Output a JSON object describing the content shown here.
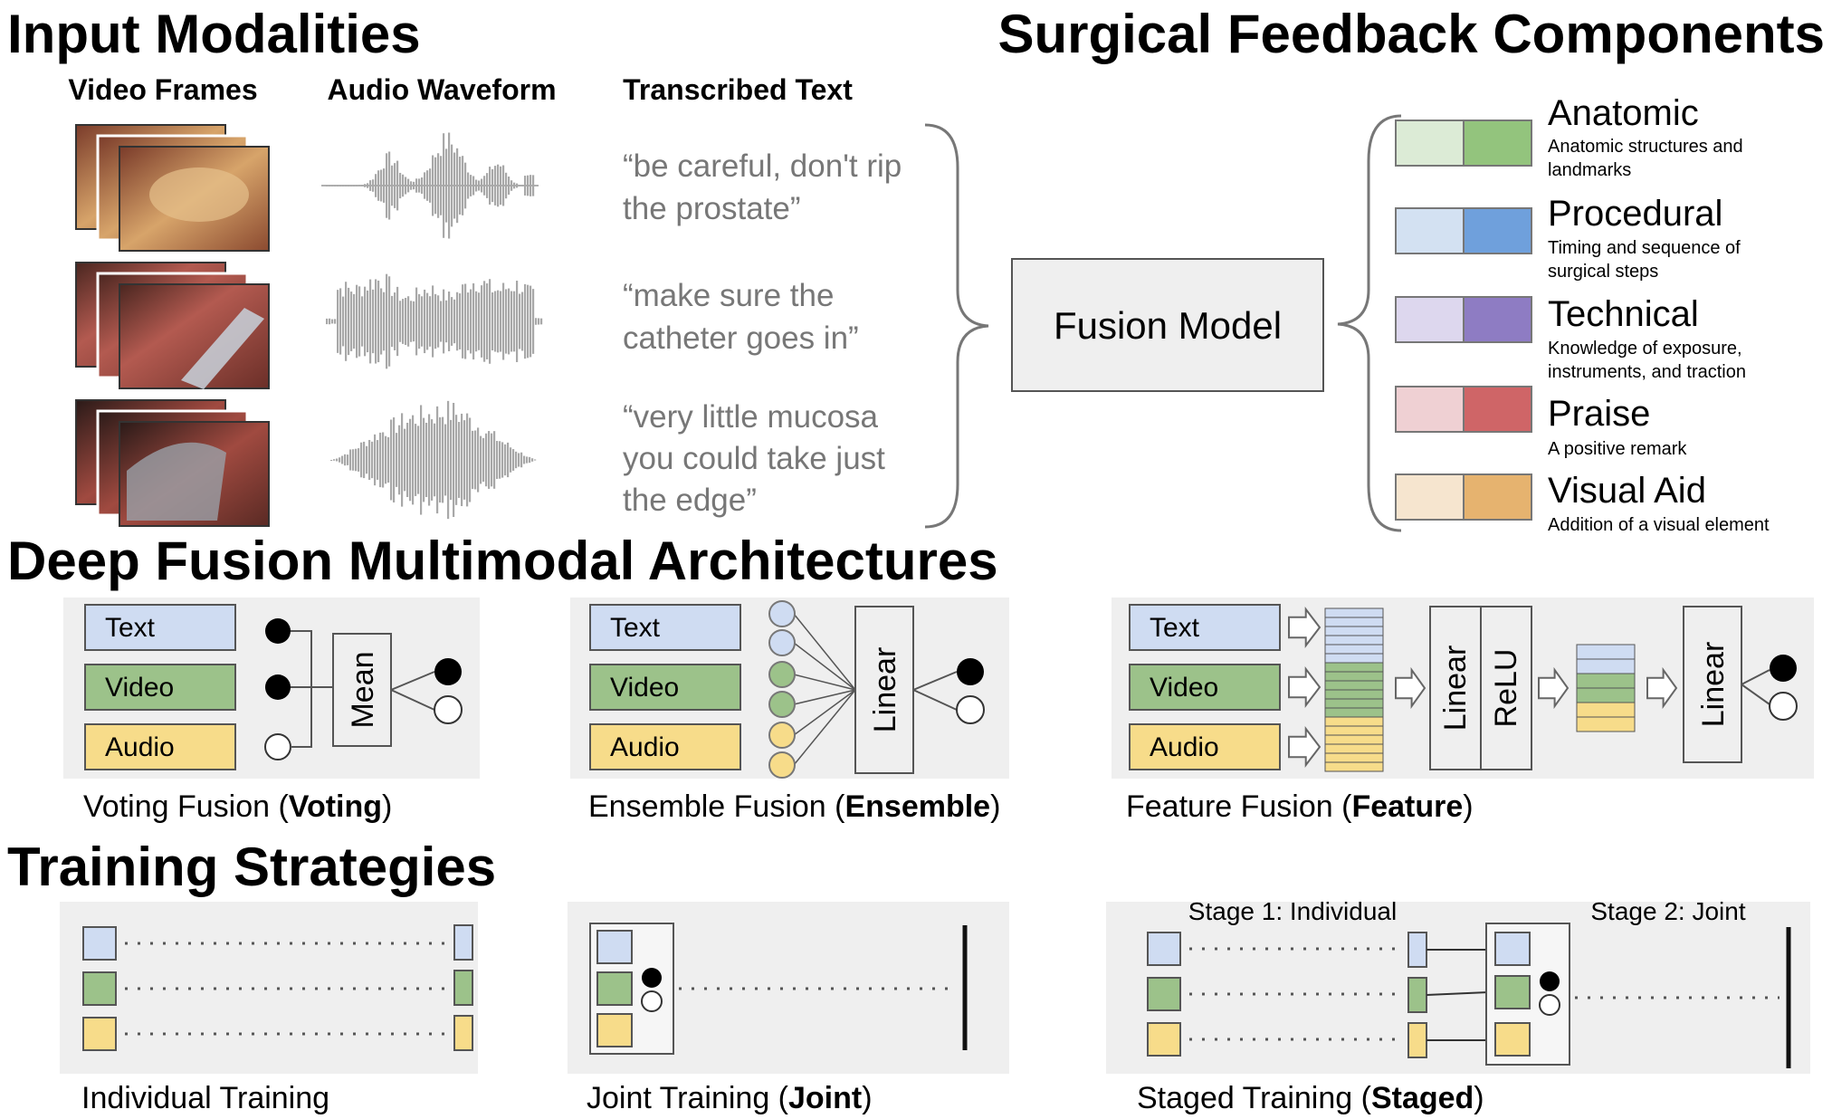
{
  "headings": {
    "input_modalities": "Input Modalities",
    "surgical_feedback": "Surgical Feedback Components",
    "deep_fusion": "Deep Fusion Multimodal Architectures",
    "training": "Training Strategies"
  },
  "columns": {
    "video": "Video Frames",
    "audio": "Audio Waveform",
    "text": "Transcribed Text"
  },
  "quotes": [
    [
      "“be careful, don't rip",
      "the prostate”"
    ],
    [
      "“make sure the",
      "catheter goes in”"
    ],
    [
      "“very little mucosa",
      "you could take just",
      "the edge”"
    ]
  ],
  "fusion_model": "Fusion Model",
  "components": [
    {
      "name": "Anatomic",
      "desc": [
        "Anatomic structures and",
        "landmarks"
      ],
      "light": "#dcebd6",
      "dark": "#93c47d"
    },
    {
      "name": "Procedural",
      "desc": [
        "Timing and sequence of",
        "surgical steps"
      ],
      "light": "#d3e1f2",
      "dark": "#6fa0dc"
    },
    {
      "name": "Technical",
      "desc": [
        "Knowledge of exposure,",
        "instruments, and traction"
      ],
      "light": "#ddd7ee",
      "dark": "#8e7cc3"
    },
    {
      "name": "Praise",
      "desc": [
        "A positive remark"
      ],
      "light": "#efd0d3",
      "dark": "#cf6567"
    },
    {
      "name": "Visual Aid",
      "desc": [
        "Addition of a visual element"
      ],
      "light": "#f6e5cf",
      "dark": "#e6b36f"
    }
  ],
  "modalities": {
    "text": "Text",
    "video": "Video",
    "audio": "Audio"
  },
  "ops": {
    "mean": "Mean",
    "linear": "Linear",
    "relu": "ReLU"
  },
  "architectures": {
    "voting": {
      "prefix": "Voting Fusion (",
      "bold": "Voting",
      "suffix": ")"
    },
    "ensemble": {
      "prefix": "Ensemble Fusion (",
      "bold": "Ensemble",
      "suffix": ")"
    },
    "feature": {
      "prefix": "Feature Fusion (",
      "bold": "Feature",
      "suffix": ")"
    }
  },
  "training": {
    "individual": {
      "prefix": "Individual Training",
      "bold": "",
      "suffix": ""
    },
    "joint": {
      "prefix": "Joint Training (",
      "bold": "Joint",
      "suffix": ")"
    },
    "staged": {
      "prefix": "Staged Training (",
      "bold": "Staged",
      "suffix": ")"
    },
    "stage1": "Stage 1: Individual",
    "stage2": "Stage 2: Joint"
  },
  "colors": {
    "text_fill": "#cfdcf2",
    "video_fill": "#9cc28a",
    "audio_fill": "#f7dc8a",
    "panel_bg": "#efefef",
    "stroke": "#555555"
  }
}
